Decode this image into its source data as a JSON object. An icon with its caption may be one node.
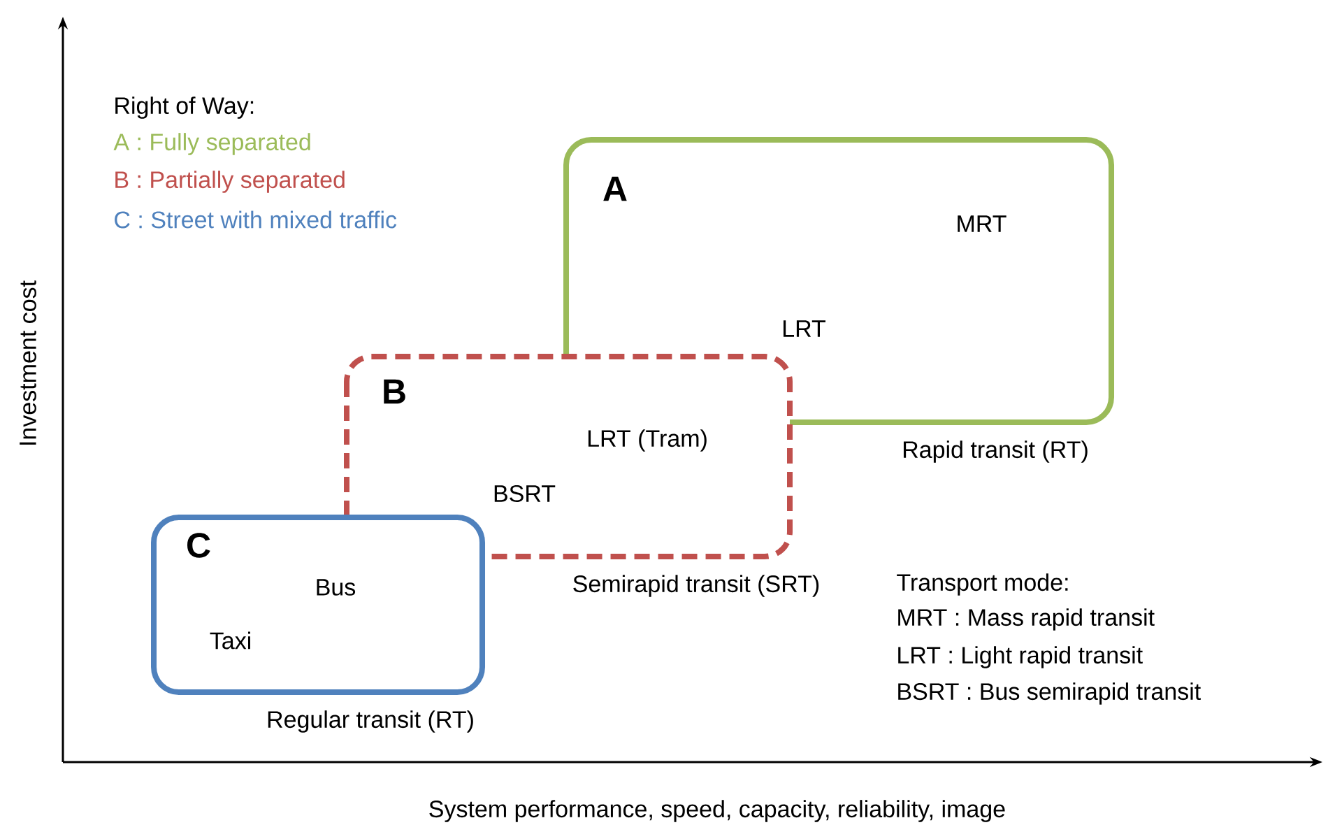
{
  "diagram": {
    "nodes": [
      {
        "text": [
          "A",
          "MRT",
          "LRT"
        ],
        "beside": [
          "Rapid transit (RT)"
        ]
      },
      {
        "text": [
          "B",
          "LRT (Tram)",
          "BSRT"
        ],
        "beside": [
          "Semirapid transit (SRT)"
        ]
      },
      {
        "text": [
          "C",
          "Bus",
          "Taxi"
        ],
        "beside": [
          "Regular transit (RT)"
        ]
      }
    ],
    "labels": [
      "Right of Way:",
      "A : Fully separated",
      "B : Partially separated",
      "C : Street with mixed traffic",
      "Investment cost",
      "Transport mode:",
      "MRT : Mass rapid transit",
      "LRT : Light rapid transit",
      "BSRT : Bus semirapid transit",
      "System performance, speed, capacity, reliability, image"
    ]
  }
}
